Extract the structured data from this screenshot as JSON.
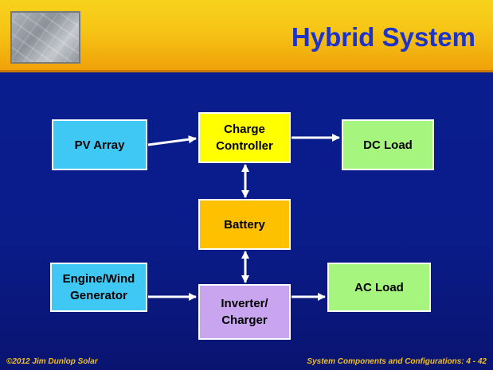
{
  "slide": {
    "title": "Hybrid System",
    "footer_left": "©2012 Jim Dunlop Solar",
    "footer_right": "System Components  and Configurations:  4 - 42"
  },
  "diagram": {
    "nodes": {
      "pv_array": "PV Array",
      "charge_controller": "Charge\nController",
      "dc_load": "DC Load",
      "battery": "Battery",
      "engine_wind_generator": "Engine/Wind\nGenerator",
      "inverter_charger": "Inverter/\nCharger",
      "ac_load": "AC Load"
    },
    "colors": {
      "header": "#f6c416",
      "background": "#0a1c8a",
      "title": "#1e34c8",
      "source_box": "#3fc8f4",
      "charge_controller": "#ffff00",
      "load_box": "#a6f57e",
      "battery": "#ffc000",
      "inverter": "#c9a5f0",
      "footer_text": "#f0c020"
    }
  }
}
